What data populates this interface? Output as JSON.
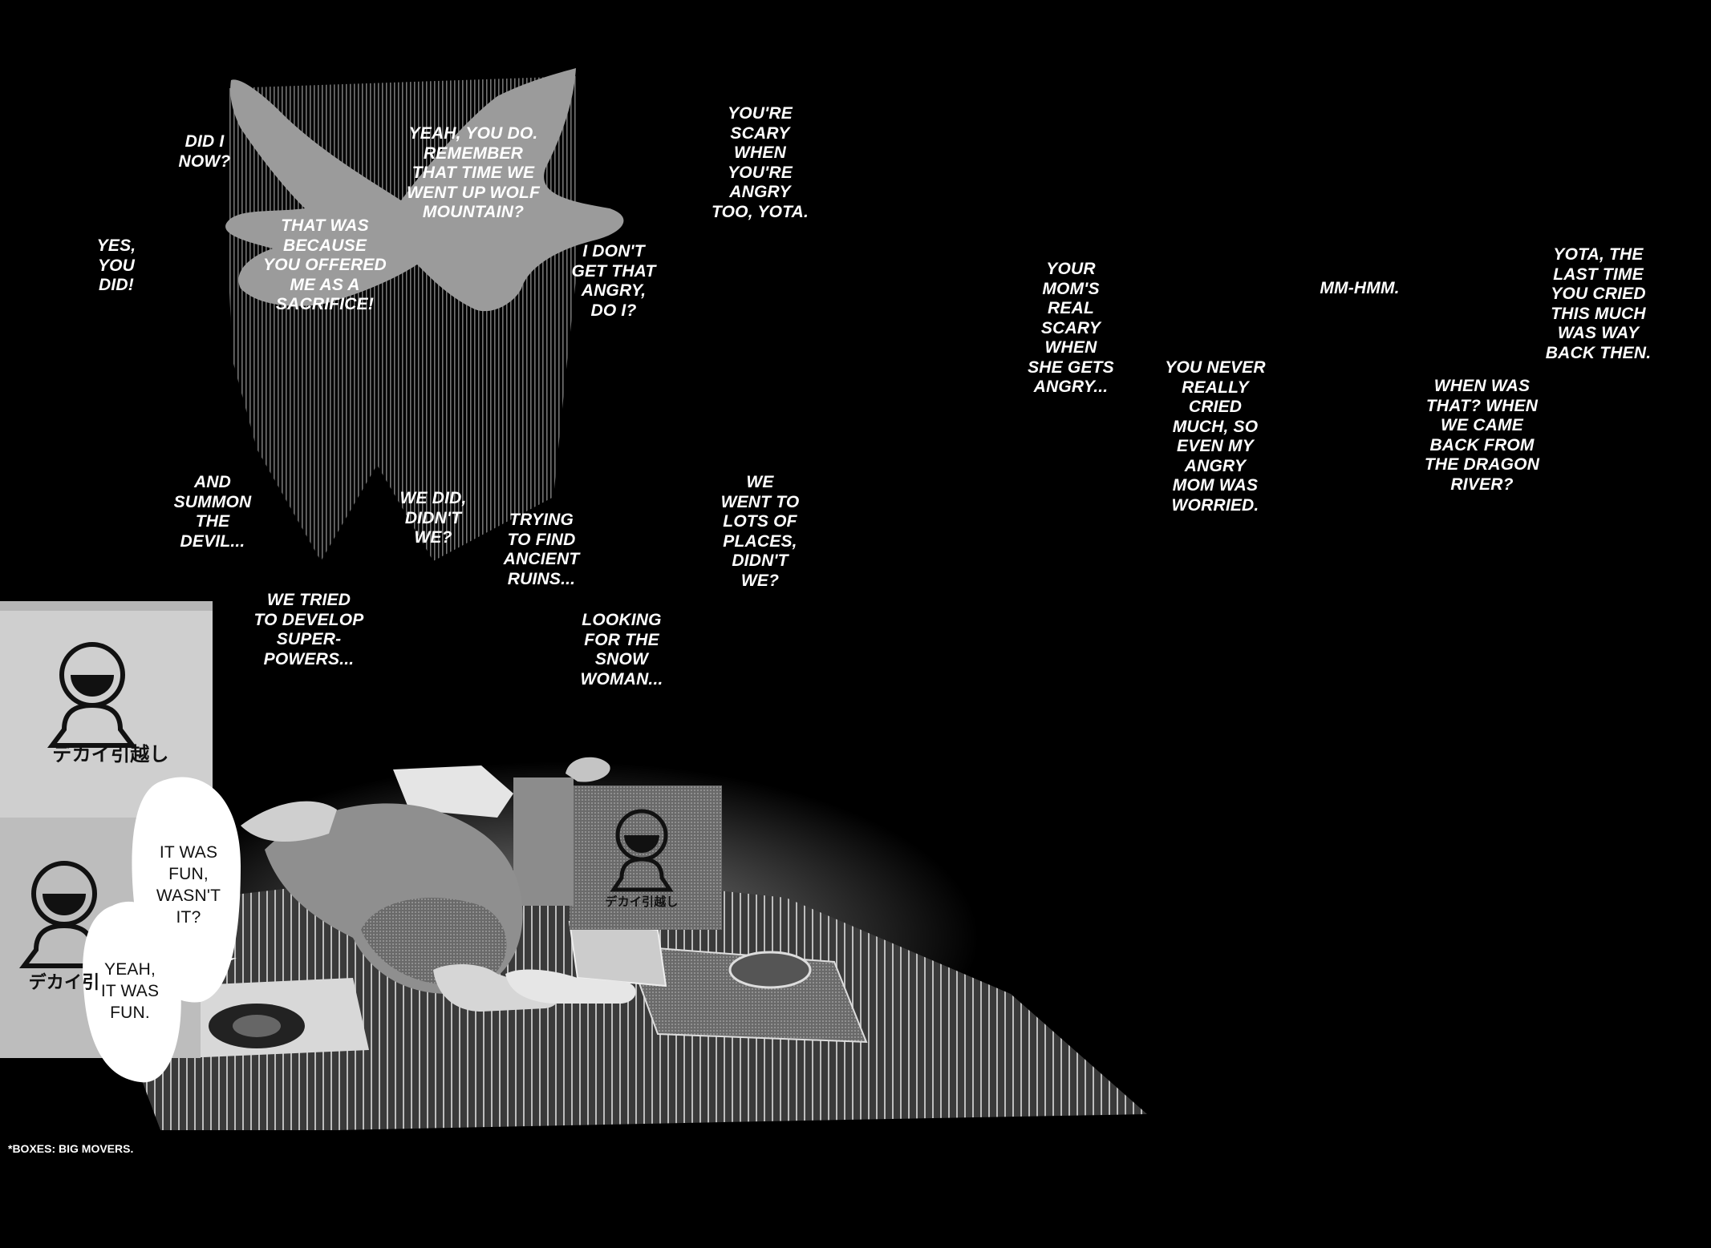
{
  "captions": [
    {
      "id": "did-i-now",
      "text": "DID I\nNOW?"
    },
    {
      "id": "yes-you-did",
      "text": "YES,\nYOU\nDID!"
    },
    {
      "id": "yeah-you-do",
      "text": "YEAH, YOU DO.\nREMEMBER\nTHAT TIME WE\nWENT UP WOLF\nMOUNTAIN?"
    },
    {
      "id": "that-was-because",
      "text": "THAT WAS\nBECAUSE\nYOU OFFERED\nME AS A\nSACRIFICE!"
    },
    {
      "id": "i-dont-get-that-angry",
      "text": "I DON'T\nGET THAT\nANGRY,\nDO I?"
    },
    {
      "id": "youre-scary",
      "text": "YOU'RE\nSCARY\nWHEN\nYOU'RE\nANGRY\nTOO, YOTA."
    },
    {
      "id": "your-moms-real-scary",
      "text": "YOUR\nMOM'S\nREAL\nSCARY\nWHEN\nSHE GETS\nANGRY..."
    },
    {
      "id": "you-never-really-cried",
      "text": "YOU NEVER\nREALLY\nCRIED\nMUCH, SO\nEVEN MY\nANGRY\nMOM WAS\nWORRIED."
    },
    {
      "id": "mm-hmm",
      "text": "MM-HMM."
    },
    {
      "id": "yota-the-last-time",
      "text": "YOTA, THE\nLAST TIME\nYOU CRIED\nTHIS MUCH\nWAS WAY\nBACK THEN."
    },
    {
      "id": "when-was-that",
      "text": "WHEN WAS\nTHAT? WHEN\nWE CAME\nBACK FROM\nTHE DRAGON\nRIVER?"
    },
    {
      "id": "and-summon-the-devil",
      "text": "AND\nSUMMON\nTHE\nDEVIL..."
    },
    {
      "id": "we-did-didnt-we",
      "text": "WE DID,\nDIDN'T\nWE?"
    },
    {
      "id": "trying-to-find-ruins",
      "text": "TRYING\nTO FIND\nANCIENT\nRUINS..."
    },
    {
      "id": "we-went-to-lots",
      "text": "WE\nWENT TO\nLOTS OF\nPLACES,\nDIDN'T\nWE?"
    },
    {
      "id": "we-tried-superpowers",
      "text": "WE TRIED\nTO DEVELOP\nSUPER-\nPOWERS..."
    },
    {
      "id": "looking-for-snow-woman",
      "text": "LOOKING\nFOR THE\nSNOW\nWOMAN..."
    }
  ],
  "bubbles": [
    {
      "id": "it-was-fun-wasnt-it",
      "text": "IT WAS\nFUN,\nWASN'T\nIT?"
    },
    {
      "id": "yeah-it-was-fun",
      "text": "YEAH,\nIT WAS\nFUN."
    }
  ],
  "box_logo_text": "デカイ引越し",
  "box_logo_text_cut": "デカイ引",
  "footnote": "*BOXES: BIG MOVERS."
}
